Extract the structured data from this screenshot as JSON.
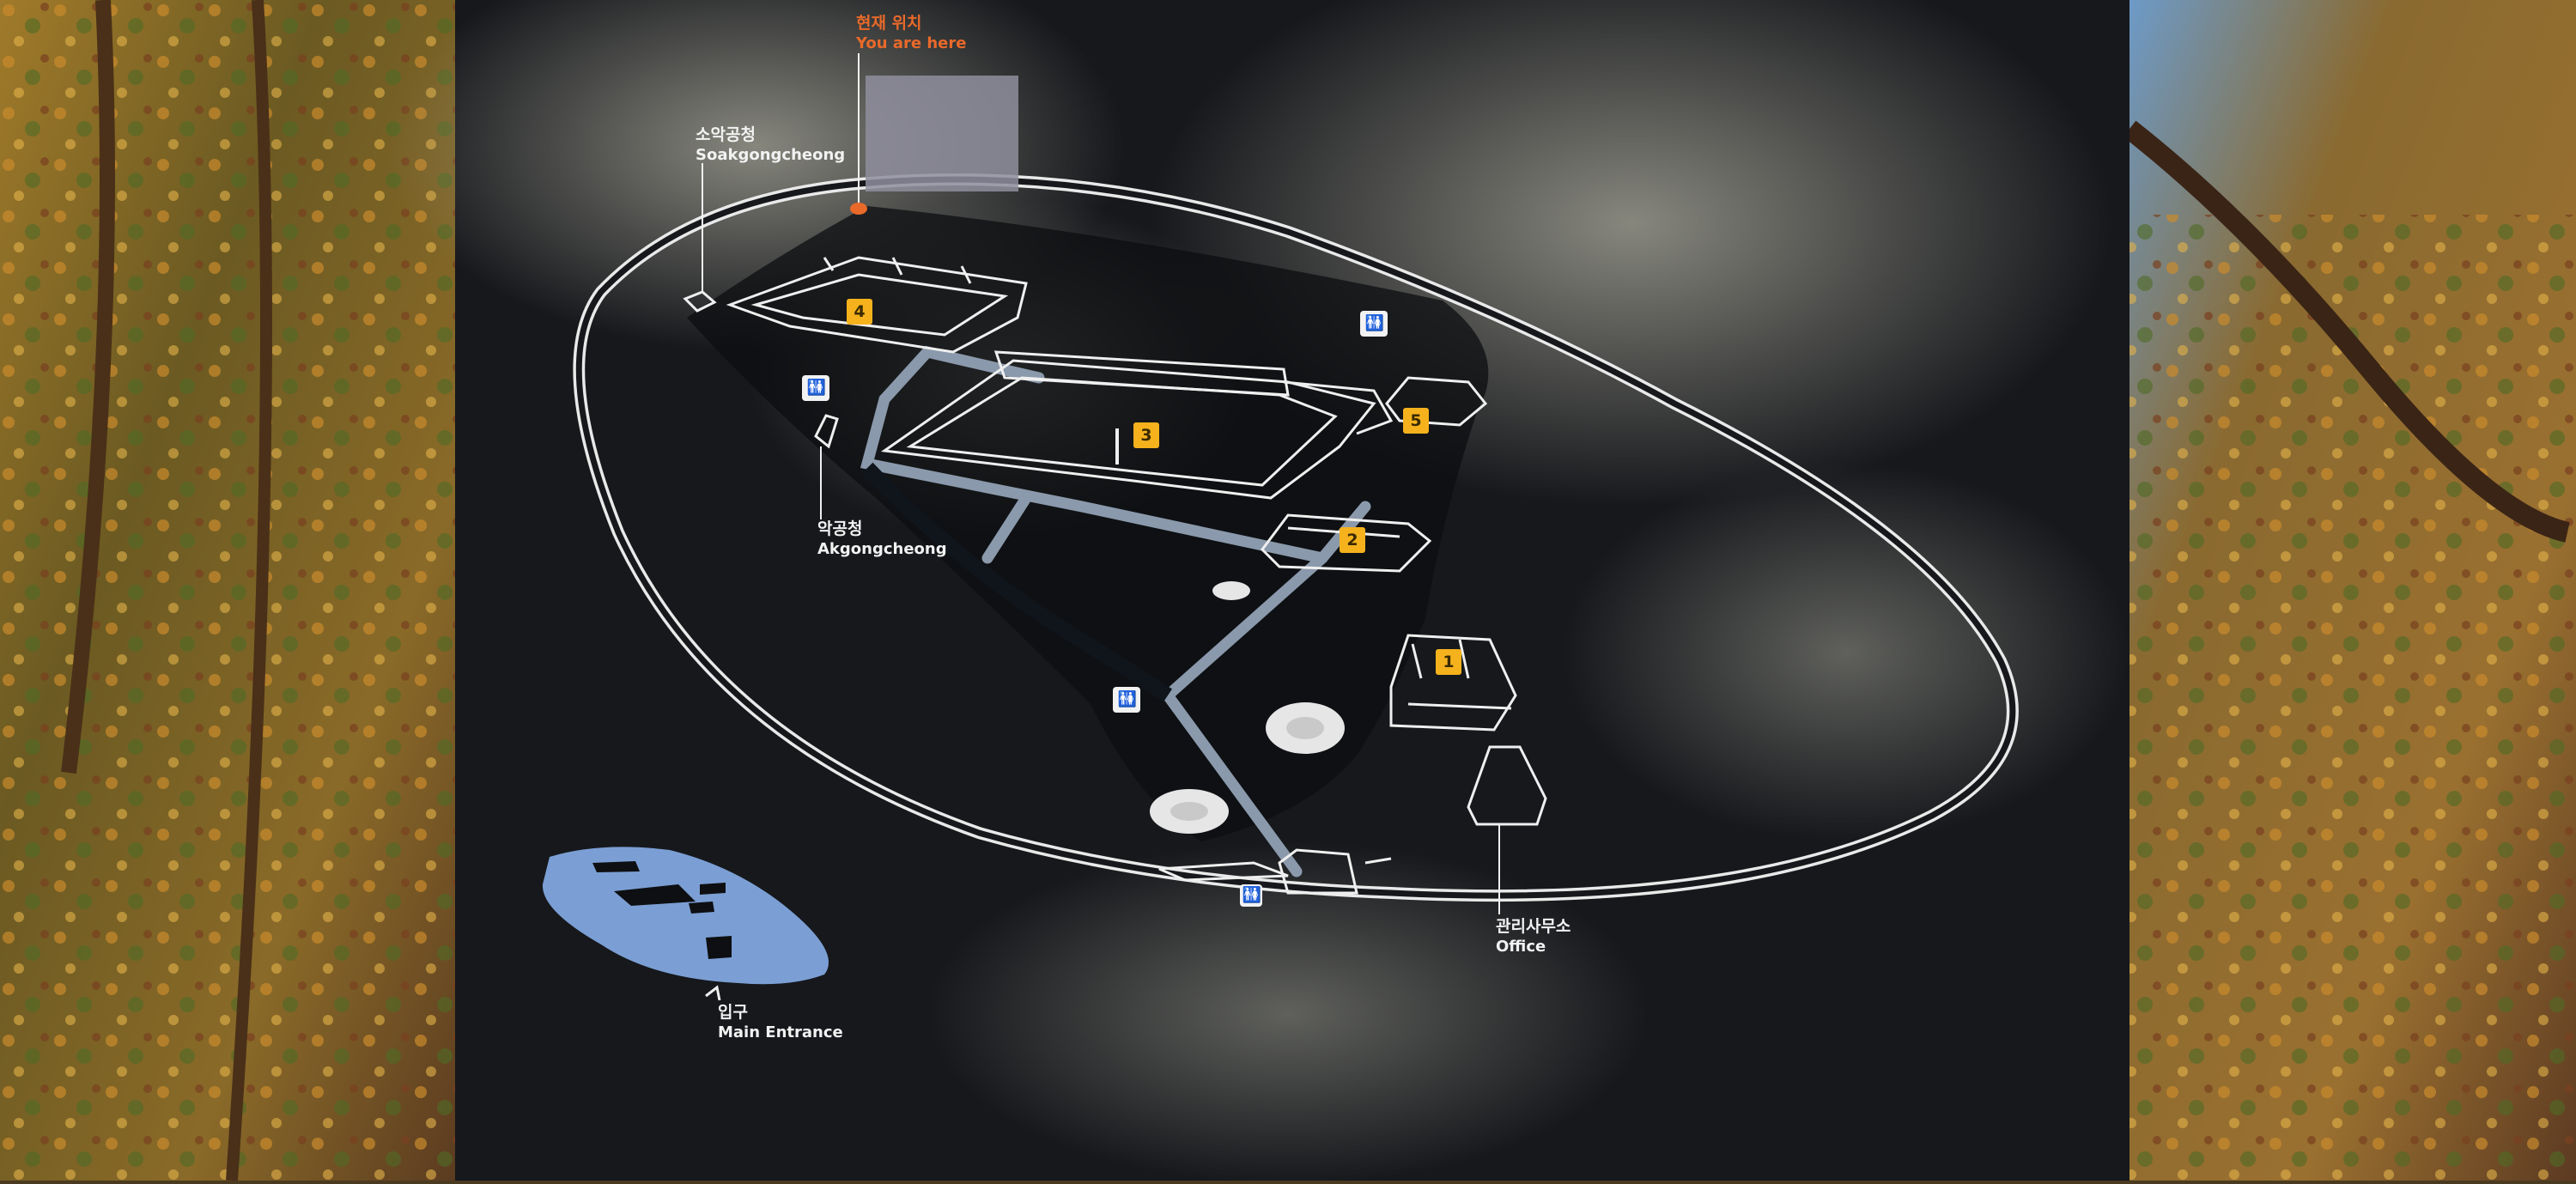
{
  "map": {
    "you_are_here_ko": "현재 위치",
    "you_are_here_en": "You are here",
    "soakgongcheong_ko": "소악공청",
    "soakgongcheong_en": "Soakgongcheong",
    "akgongcheong_ko": "악공청",
    "akgongcheong_en": "Akgongcheong",
    "office_ko": "관리사무소",
    "office_en": "Office",
    "entrance_ko": "입구",
    "entrance_en": "Main Entrance",
    "markers": [
      "1",
      "2",
      "3",
      "4",
      "5"
    ],
    "restroom_icon": "restroom-icon",
    "colors": {
      "panel": "#16181c",
      "path": "#8a99ab",
      "outline": "#e9e9e9",
      "marker": "#f5b21d",
      "you_are_here": "#e8692a",
      "minimap": "#7b9fd4"
    }
  }
}
